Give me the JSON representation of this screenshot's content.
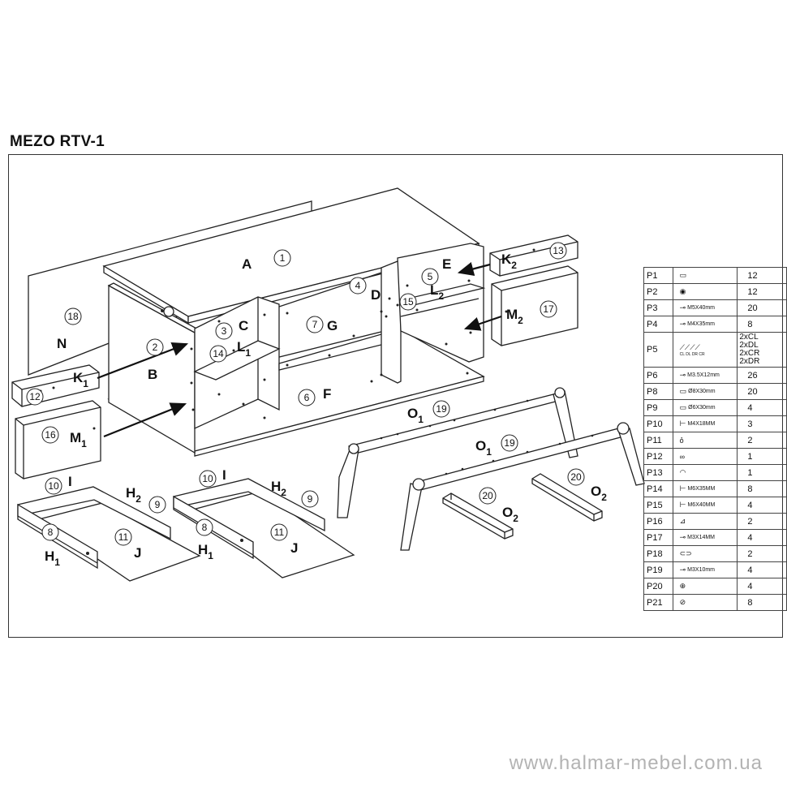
{
  "title": "MEZO RTV-1",
  "footer": "www.halmar-mebel.com.ua",
  "labels": {
    "A": "A",
    "B": "B",
    "C": "C",
    "D": "D",
    "E": "E",
    "F": "F",
    "G": "G",
    "I": "I",
    "J": "J",
    "N": "N",
    "K": "K",
    "L": "L",
    "M": "M",
    "H": "H",
    "O": "O",
    "sub1": "1",
    "sub2": "2"
  },
  "numbers": [
    "1",
    "2",
    "3",
    "4",
    "5",
    "6",
    "7",
    "8",
    "9",
    "10",
    "11",
    "12",
    "13",
    "14",
    "15",
    "16",
    "17",
    "18",
    "19",
    "20"
  ],
  "parts": [
    {
      "code": "P1",
      "spec": "",
      "qty": "12"
    },
    {
      "code": "P2",
      "spec": "",
      "qty": "12"
    },
    {
      "code": "P3",
      "spec": "M5X40mm",
      "qty": "20"
    },
    {
      "code": "P4",
      "spec": "M4X35mm",
      "qty": "8"
    },
    {
      "code": "P5",
      "spec": "",
      "qty": "",
      "list": [
        "2xCL",
        "2xDL",
        "2xCR",
        "2xDR"
      ],
      "tags": [
        "CL",
        "DL",
        "DR",
        "CR"
      ]
    },
    {
      "code": "P6",
      "spec": "M3.5X12mm",
      "qty": "26"
    },
    {
      "code": "P8",
      "spec": "Ø8X30mm",
      "qty": "20"
    },
    {
      "code": "P9",
      "spec": "Ø6X30mm",
      "qty": "4"
    },
    {
      "code": "P10",
      "spec": "M4X18MM",
      "qty": "3"
    },
    {
      "code": "P11",
      "spec": "",
      "qty": "2"
    },
    {
      "code": "P12",
      "spec": "",
      "qty": "1"
    },
    {
      "code": "P13",
      "spec": "",
      "qty": "1"
    },
    {
      "code": "P14",
      "spec": "M6X35MM",
      "qty": "8"
    },
    {
      "code": "P15",
      "spec": "M6X40MM",
      "qty": "4"
    },
    {
      "code": "P16",
      "spec": "",
      "qty": "2"
    },
    {
      "code": "P17",
      "spec": "M3X14MM",
      "qty": "4"
    },
    {
      "code": "P18",
      "spec": "",
      "qty": "2"
    },
    {
      "code": "P19",
      "spec": "M3X10mm",
      "qty": "4"
    },
    {
      "code": "P20",
      "spec": "",
      "qty": "4"
    },
    {
      "code": "P21",
      "spec": "",
      "qty": "8"
    }
  ],
  "icons": [
    "dowel-icon",
    "cam-icon",
    "screw-icon",
    "screw-icon",
    "connector-set-icon",
    "screw-icon",
    "dowel-icon",
    "dowel-icon",
    "bolt-icon",
    "cap-icon",
    "clip-icon",
    "cover-icon",
    "bolt-icon",
    "bolt-icon",
    "bracket-icon",
    "screw-icon",
    "link-plate-icon",
    "screw-icon",
    "glide-icon",
    "cover-cap-icon"
  ]
}
